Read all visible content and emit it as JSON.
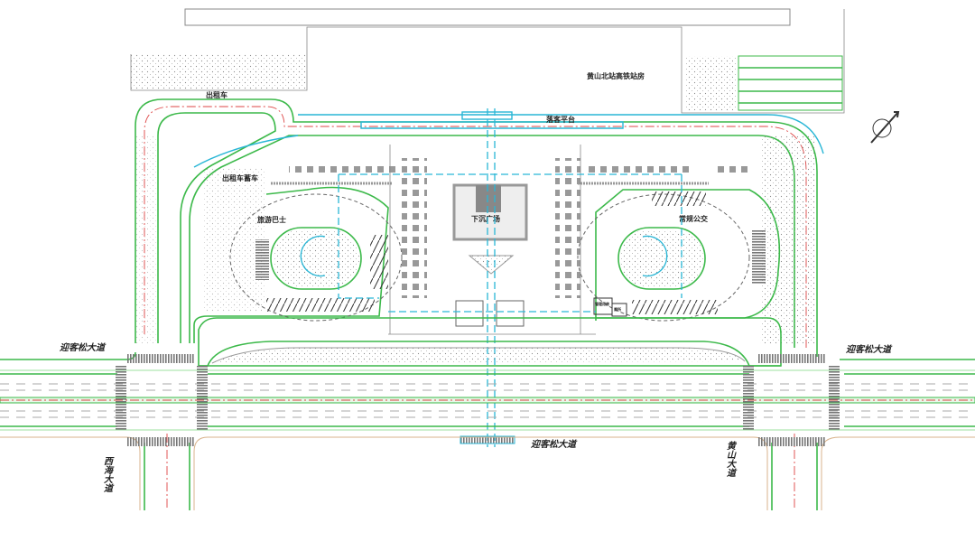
{
  "labels": {
    "station_building": "黄山北站高铁站房",
    "taxi": "出租车",
    "taxi_holding": "出租车蓄车",
    "dropoff_platform": "落客平台",
    "sunken_plaza": "下沉广场",
    "tour_bus": "旅游巴士",
    "regular_bus": "常规公交",
    "small_room_1": "管理用房",
    "small_room_2": "厕所"
  },
  "roads": {
    "main_left": "迎客松大道",
    "main_right": "迎客松大道",
    "main_bottom": "迎客松大道",
    "side_left": "西海大道",
    "side_right": "黄山大道"
  },
  "colors": {
    "curb": "#3cb94a",
    "pedestrian": "#29b6d6",
    "centerline": "#dd4444"
  }
}
